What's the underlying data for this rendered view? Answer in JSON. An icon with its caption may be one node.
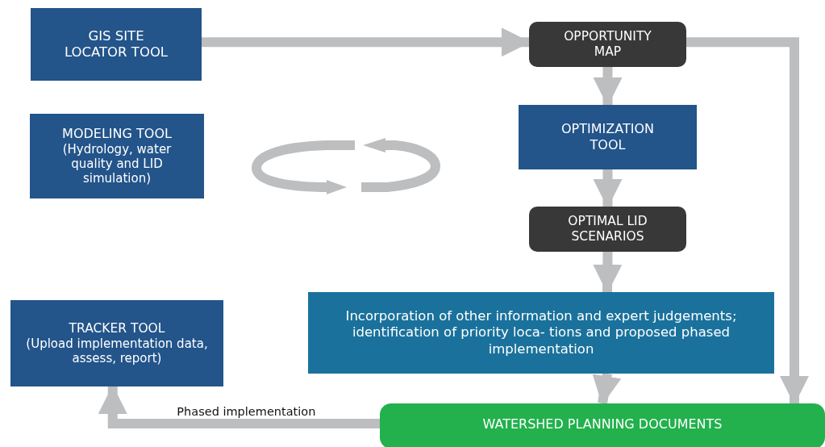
{
  "diagram": {
    "nodes": [
      {
        "text": [
          "GIS SITE LOCATOR TOOL"
        ]
      },
      {
        "text": [
          "OPPORTUNITY MAP"
        ]
      },
      {
        "text": [
          "OPTIMIZATION TOOL"
        ]
      },
      {
        "text": [
          "OPTIMAL LID SCENARIOS"
        ]
      },
      {
        "text": [
          "MODELING TOOL",
          "(Hydrology, water quality and LID simulation)"
        ]
      },
      {
        "text": [
          "Incorporation of other information and expert judgements; identification of priority loca- tions and proposed phased implementation"
        ]
      },
      {
        "text": [
          "TRACKER TOOL",
          "(Upload implementation data, assess, report)"
        ]
      },
      {
        "text": [
          "WATERSHED PLANNING DOCUMENTS"
        ]
      }
    ],
    "edges": [
      {
        "from": 0,
        "to": 1,
        "arrow": "to"
      },
      {
        "from": 1,
        "to": 2,
        "arrow": "to"
      },
      {
        "from": 2,
        "to": 3,
        "arrow": "to"
      },
      {
        "from": 3,
        "to": 5,
        "arrow": "to"
      },
      {
        "from": 5,
        "to": 7,
        "arrow": "to"
      },
      {
        "from": 1,
        "to": 7,
        "arrow": "to"
      },
      {
        "from": 7,
        "to": 6,
        "arrow": "to",
        "label": "Phased implementation"
      }
    ]
  }
}
